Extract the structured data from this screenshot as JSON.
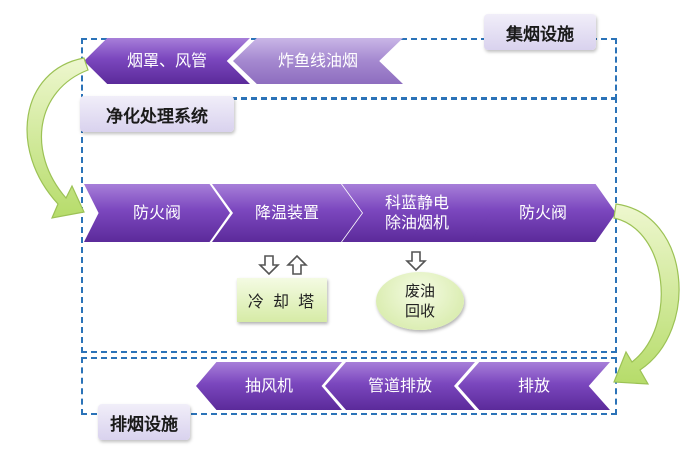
{
  "sections": {
    "collection": "集烟设施",
    "purification": "净化处理系统",
    "exhaust": "排烟设施"
  },
  "collection_row": [
    "炸鱼线油烟",
    "烟罩、风管"
  ],
  "purification_row": [
    {
      "label": "防火阀"
    },
    {
      "label": "降温装置"
    },
    {
      "label_line1": "科蓝静电",
      "label_line2": "除油烟机"
    },
    {
      "label": "防火阀"
    }
  ],
  "sub_units": {
    "cooling_tower": "冷 却 塔",
    "waste_oil_line1": "废油",
    "waste_oil_line2": "回收"
  },
  "exhaust_row": [
    "排放",
    "管道排放",
    "抽风机"
  ],
  "colors": {
    "chevron": "#7b47be",
    "chevron_pale": "#a488cf",
    "dashed_border": "#2b73b8",
    "green_unit": "#d6eba6",
    "label_tag": "#d9d2ee"
  }
}
